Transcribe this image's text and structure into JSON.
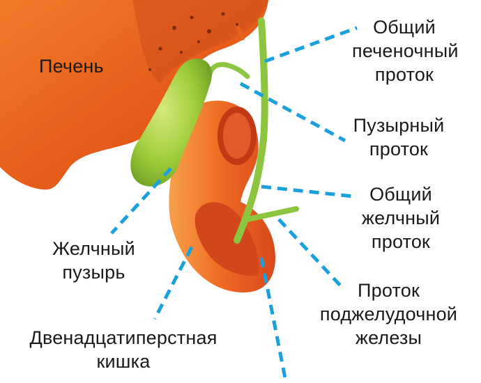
{
  "labels": {
    "liver": "Печень",
    "common_hepatic_duct": [
      "Общий",
      "печеночный",
      "проток"
    ],
    "cystic_duct": [
      "Пузырный",
      "проток"
    ],
    "common_bile_duct": [
      "Общий",
      "желчный",
      "проток"
    ],
    "pancreatic_duct": [
      "Проток",
      "поджелудочной",
      "железы"
    ],
    "gallbladder": [
      "Желчный",
      "пузырь"
    ],
    "duodenum": [
      "Двенадцатиперстная",
      "кишка"
    ]
  },
  "colors": {
    "leader_line": "#1aa0dc",
    "liver": "#e8621c",
    "gallbladder": "#8cc63f",
    "duodenum": "#f07a2a",
    "duct": "#8cc63f"
  }
}
